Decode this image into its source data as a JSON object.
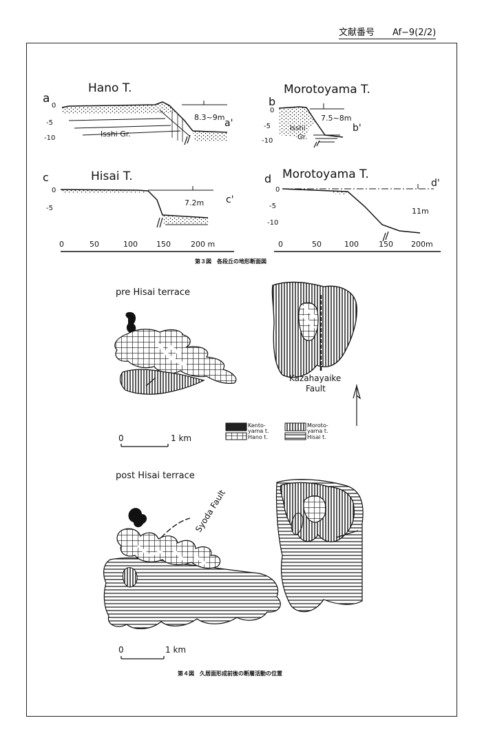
{
  "header": {
    "doc_label": "文献番号",
    "doc_id": "Af−9(2/2)"
  },
  "fig3": {
    "caption": "第３図　各段丘の地形断面図",
    "panel_a": {
      "title": "Hano T.",
      "left_mark": "a",
      "right_mark": "a'",
      "height": "8.3~9m",
      "unit_label": "Isshi Gr.",
      "ticks": [
        "0",
        "-5",
        "-10"
      ]
    },
    "panel_b": {
      "title": "Morotoyama T.",
      "left_mark": "b",
      "right_mark": "b'",
      "height": "7.5~8m",
      "unit_label_1": "Isshi",
      "unit_label_2": "Gr.",
      "ticks": [
        "0",
        "-5",
        "-10"
      ]
    },
    "panel_c": {
      "title": "Hisai T.",
      "left_mark": "c",
      "right_mark": "c'",
      "height": "7.2m",
      "ticks": [
        "0",
        "-5"
      ]
    },
    "panel_d": {
      "title": "Morotoyama T.",
      "left_mark": "d",
      "right_mark": "d'",
      "height": "11m",
      "ticks": [
        "0",
        "-5",
        "-10"
      ]
    },
    "x_ticks_left": [
      "0",
      "50",
      "100",
      "150",
      "200 m"
    ],
    "x_ticks_right": [
      "0",
      "50",
      "100",
      "150",
      "200m"
    ]
  },
  "fig4": {
    "caption": "第４図　久居面形成前後の断層活動の位置",
    "pre_title": "pre Hisai terrace",
    "post_title": "post Hisai terrace",
    "fault_kazahayaike_1": "Kazahayaike",
    "fault_kazahayaike_2": "Fault",
    "fault_syoda": "Syoda Fault",
    "scale_pre": {
      "zero": "0",
      "unit": "1 km"
    },
    "scale_post": {
      "zero": "0",
      "unit": "1 km"
    },
    "legend": {
      "kentoyama_1": "Kento-",
      "kentoyama_2": "yama t.",
      "morotoyama_1": "Moroto-",
      "morotoyama_2": "yama  t.",
      "hano": "Hano t.",
      "hisai": "Hisai t."
    }
  }
}
